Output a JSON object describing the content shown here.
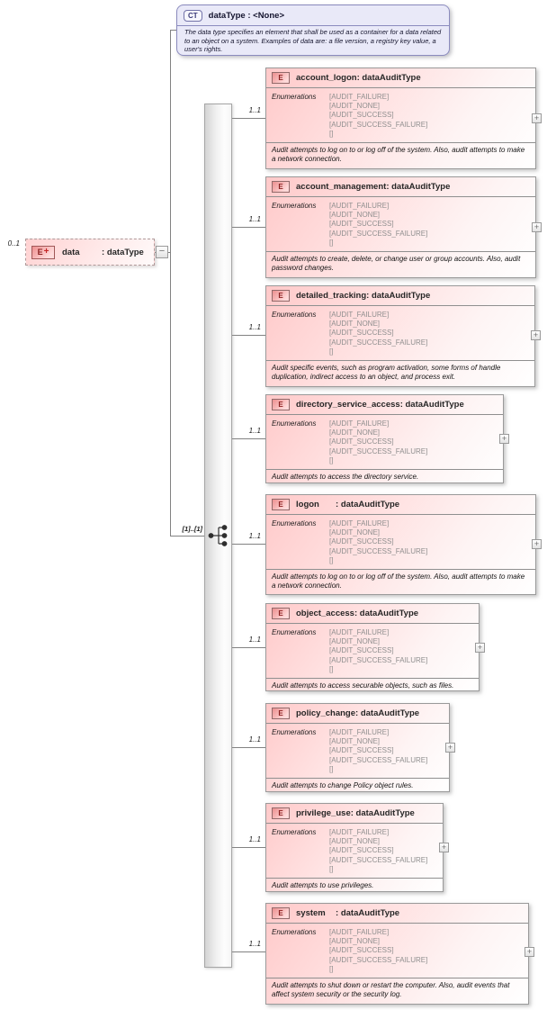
{
  "colors": {
    "complex_type_fill": "#e9e9f8",
    "complex_type_border": "#8b8bbe",
    "element_pink": "#ffc9c9",
    "badge_red": "#ec8f8f",
    "badge_red_border": "#a05858",
    "line_gray": "#828282",
    "enum_text_gray": "#8f8f8f"
  },
  "labels": {
    "colon": ":",
    "expand": "+",
    "collapse": "−"
  },
  "complex_type": {
    "badge": "CT",
    "name": "dataType",
    "type": "<None>",
    "doc": "The data type specifies an element that shall be used as a container for a data related to an object on a system. Examples of data are: a file version, a registry key value, a user's rights."
  },
  "root_element": {
    "cardinality": "0..1",
    "badge": "E",
    "badge_modifier": "+",
    "name": "data",
    "type": "dataType"
  },
  "compositor": {
    "occurrence": "[1]..[1]",
    "kind": "sequence"
  },
  "elements": [
    {
      "cardinality": "1..1",
      "badge": "E",
      "name": "account_logon",
      "type": "dataAuditType",
      "enum_label": "Enumerations",
      "enums": [
        "[AUDIT_FAILURE]",
        "[AUDIT_NONE]",
        "[AUDIT_SUCCESS]",
        "[AUDIT_SUCCESS_FAILURE]",
        "[]"
      ],
      "doc": "Audit attempts to log on to or log off of the system. Also, audit attempts to make a network connection."
    },
    {
      "cardinality": "1..1",
      "badge": "E",
      "name": "account_management",
      "type": "dataAuditType",
      "enum_label": "Enumerations",
      "enums": [
        "[AUDIT_FAILURE]",
        "[AUDIT_NONE]",
        "[AUDIT_SUCCESS]",
        "[AUDIT_SUCCESS_FAILURE]",
        "[]"
      ],
      "doc": "Audit attempts to create, delete, or change user or group accounts. Also, audit password changes."
    },
    {
      "cardinality": "1..1",
      "badge": "E",
      "name": "detailed_tracking",
      "type": "dataAuditType",
      "enum_label": "Enumerations",
      "enums": [
        "[AUDIT_FAILURE]",
        "[AUDIT_NONE]",
        "[AUDIT_SUCCESS]",
        "[AUDIT_SUCCESS_FAILURE]",
        "[]"
      ],
      "doc": "Audit specific events, such as program activation, some forms of handle duplication, indirect access to an object, and process exit."
    },
    {
      "cardinality": "1..1",
      "badge": "E",
      "name": "directory_service_access",
      "type": "dataAuditType",
      "enum_label": "Enumerations",
      "enums": [
        "[AUDIT_FAILURE]",
        "[AUDIT_NONE]",
        "[AUDIT_SUCCESS]",
        "[AUDIT_SUCCESS_FAILURE]",
        "[]"
      ],
      "doc": "Audit attempts to access the directory service."
    },
    {
      "cardinality": "1..1",
      "badge": "E",
      "name": "logon",
      "type": "dataAuditType",
      "enum_label": "Enumerations",
      "enums": [
        "[AUDIT_FAILURE]",
        "[AUDIT_NONE]",
        "[AUDIT_SUCCESS]",
        "[AUDIT_SUCCESS_FAILURE]",
        "[]"
      ],
      "doc": "Audit attempts to log on to or log off of the system. Also, audit attempts to make a network connection."
    },
    {
      "cardinality": "1..1",
      "badge": "E",
      "name": "object_access",
      "type": "dataAuditType",
      "enum_label": "Enumerations",
      "enums": [
        "[AUDIT_FAILURE]",
        "[AUDIT_NONE]",
        "[AUDIT_SUCCESS]",
        "[AUDIT_SUCCESS_FAILURE]",
        "[]"
      ],
      "doc": "Audit attempts to access securable objects, such as files."
    },
    {
      "cardinality": "1..1",
      "badge": "E",
      "name": "policy_change",
      "type": "dataAuditType",
      "enum_label": "Enumerations",
      "enums": [
        "[AUDIT_FAILURE]",
        "[AUDIT_NONE]",
        "[AUDIT_SUCCESS]",
        "[AUDIT_SUCCESS_FAILURE]",
        "[]"
      ],
      "doc": "Audit attempts to change Policy object rules."
    },
    {
      "cardinality": "1..1",
      "badge": "E",
      "name": "privilege_use",
      "type": "dataAuditType",
      "enum_label": "Enumerations",
      "enums": [
        "[AUDIT_FAILURE]",
        "[AUDIT_NONE]",
        "[AUDIT_SUCCESS]",
        "[AUDIT_SUCCESS_FAILURE]",
        "[]"
      ],
      "doc": "Audit attempts to use privileges."
    },
    {
      "cardinality": "1..1",
      "badge": "E",
      "name": "system",
      "type": "dataAuditType",
      "enum_label": "Enumerations",
      "enums": [
        "[AUDIT_FAILURE]",
        "[AUDIT_NONE]",
        "[AUDIT_SUCCESS]",
        "[AUDIT_SUCCESS_FAILURE]",
        "[]"
      ],
      "doc": "Audit attempts to shut down or restart the computer. Also, audit events that affect system security or the security log."
    }
  ]
}
